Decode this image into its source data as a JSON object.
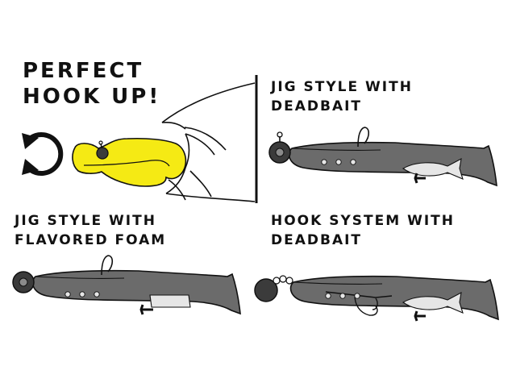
{
  "headline": {
    "line1": "PERFECT",
    "line2": "HOOK UP!"
  },
  "panels": [
    {
      "line1": "JIG STYLE WITH",
      "line2": "DEADBAIT"
    },
    {
      "line1": "JIG STYLE WITH",
      "line2": "FLAVORED FOAM"
    },
    {
      "line1": "HOOK SYSTEM WITH",
      "line2": "DEADBAIT"
    }
  ],
  "colors": {
    "lure_body": "#6b6b6b",
    "lure_dark": "#3b3b3b",
    "bait_highlight": "#f5ea14",
    "deadbait": "#e6e6e6",
    "outline": "#111111"
  },
  "icons": [
    "rotate-arrow-icon",
    "direction-arrow-icon",
    "fish-mouth-outline"
  ]
}
